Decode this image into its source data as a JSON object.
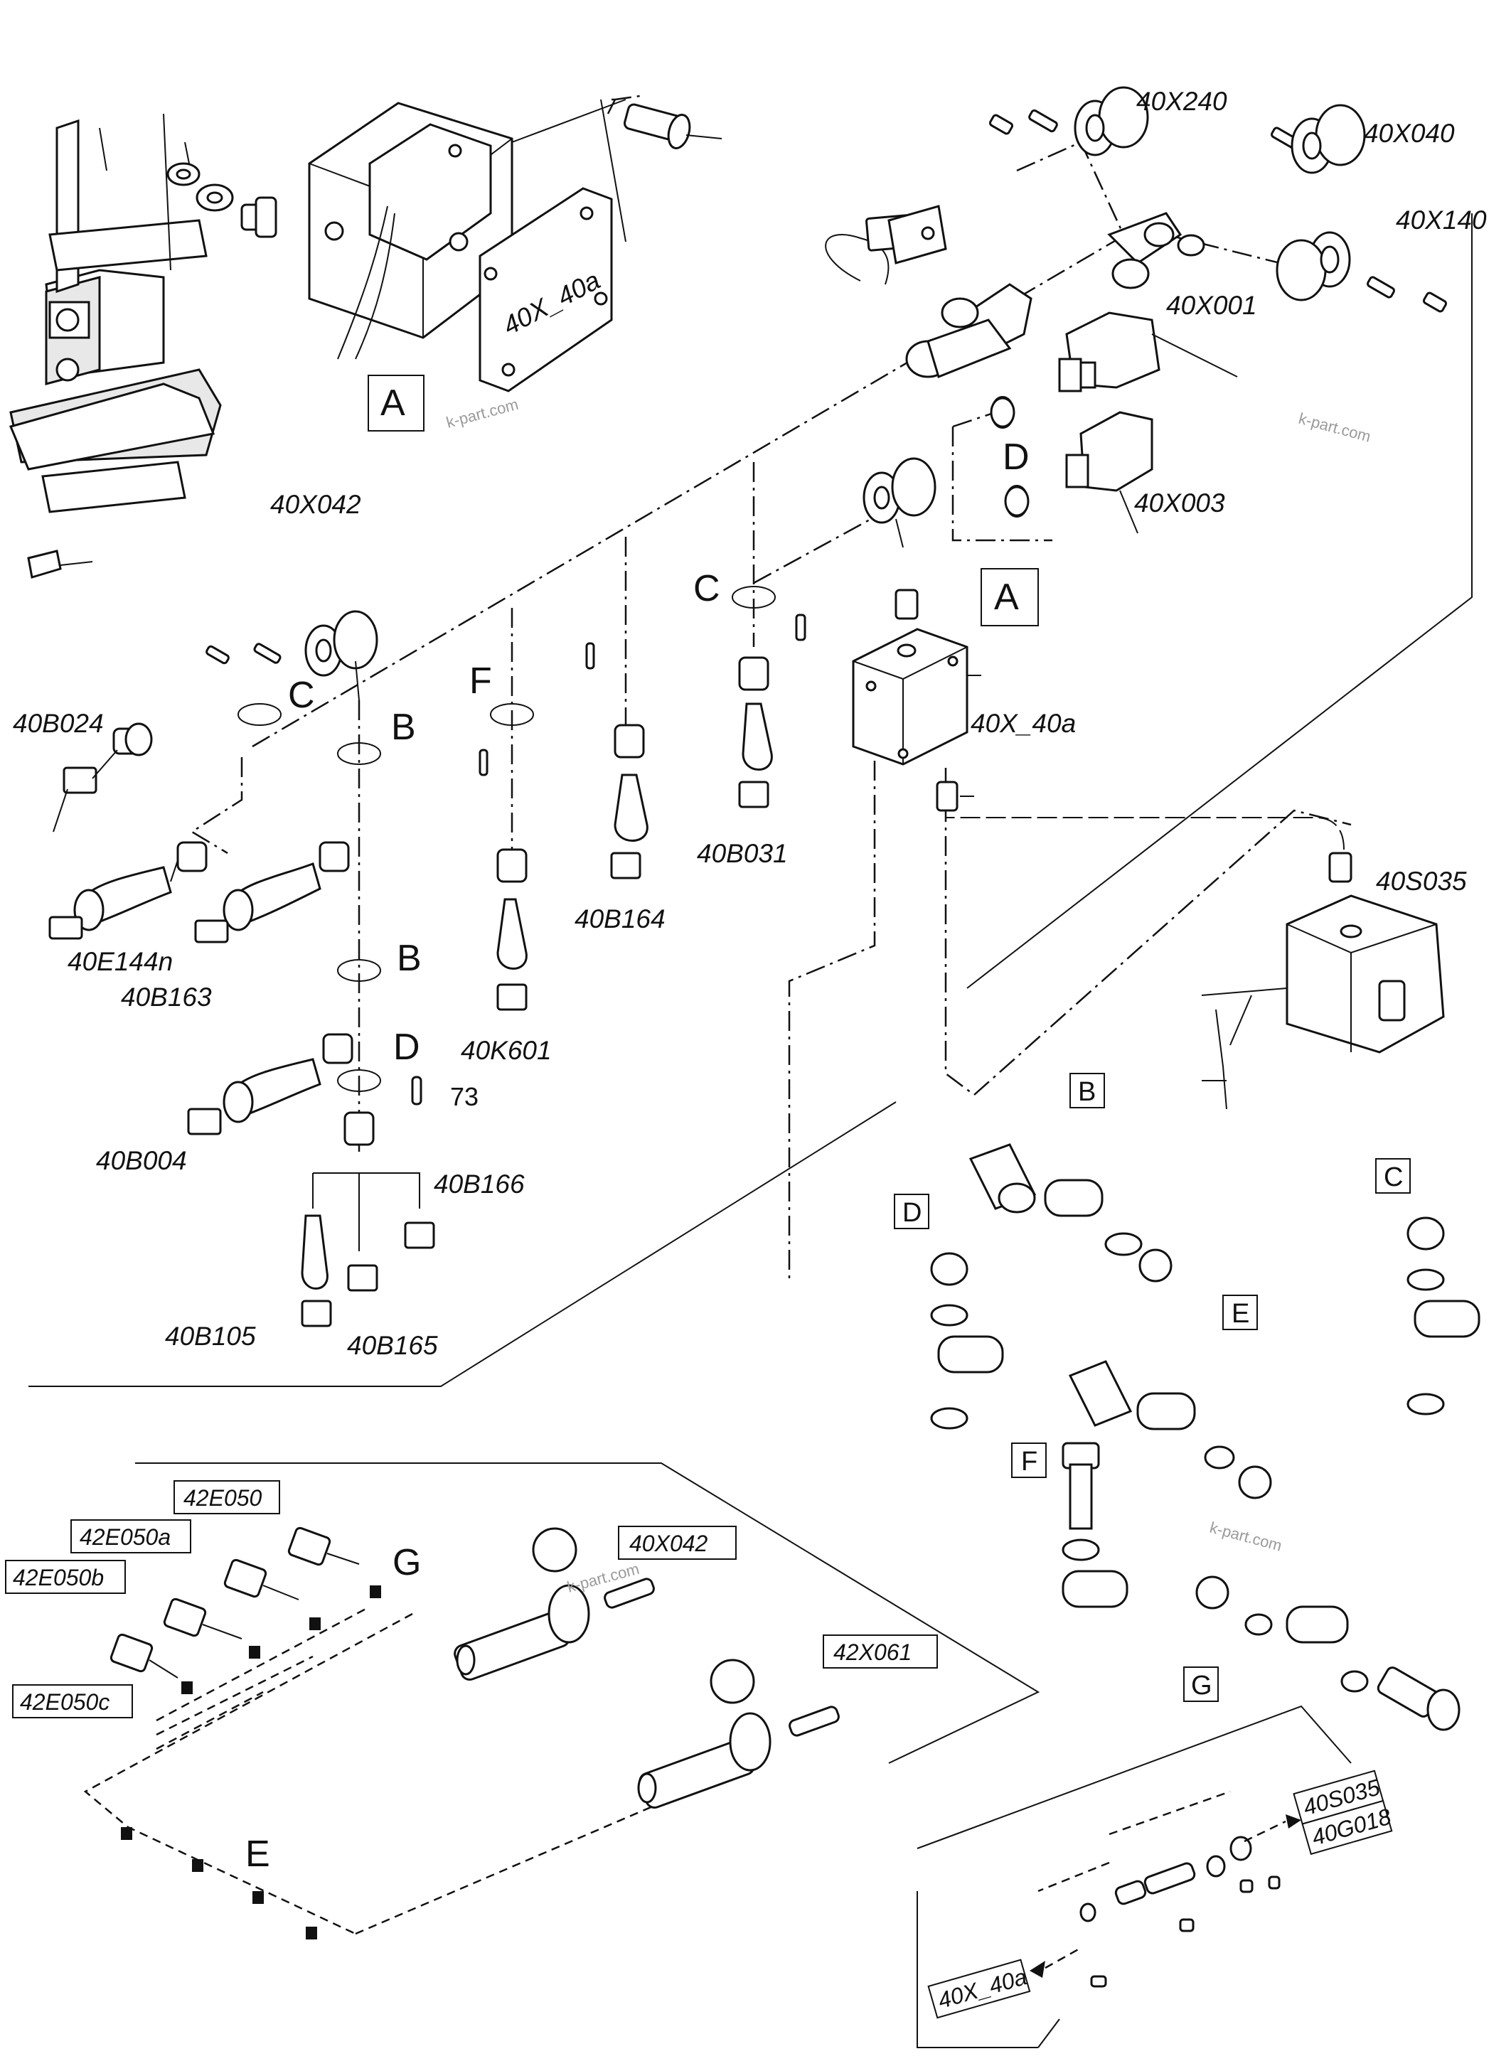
{
  "callouts": {
    "x240": "40X240",
    "x040": "40X040",
    "x140": "40X140",
    "x001": "40X001",
    "x003": "40X003",
    "x042_top": "40X042",
    "box_top": "40X_40a",
    "box_mid": "40X_40a",
    "s035": "40S035",
    "b024": "40B024",
    "e144n": "40E144n",
    "b163": "40B163",
    "b004": "40B004",
    "k601": "40K601",
    "b164": "40B164",
    "b031": "40B031",
    "b166": "40B166",
    "b105": "40B105",
    "b165": "40B165",
    "n73": "73"
  },
  "letters": {
    "A1": "A",
    "A2": "A",
    "C1": "C",
    "C2": "C",
    "D1": "D",
    "D2": "D",
    "B1": "B",
    "B2": "B",
    "F1": "F",
    "G1": "G",
    "E1": "E"
  },
  "box_letters": {
    "B": "B",
    "C": "C",
    "D": "D",
    "E": "E",
    "F": "F",
    "G": "G"
  },
  "boxed_labels": {
    "e050": "42E050",
    "e050a": "42E050a",
    "e050b": "42E050b",
    "e050c": "42E050c",
    "x042": "40X042",
    "x061": "42X061",
    "s035": "40S035",
    "g018": "40G018",
    "box_40a": "40X_40a"
  },
  "watermarks": {
    "w1": "k-part.com",
    "w2": "k-part.com",
    "w3": "k-part.com",
    "w4": "k-part.com"
  }
}
